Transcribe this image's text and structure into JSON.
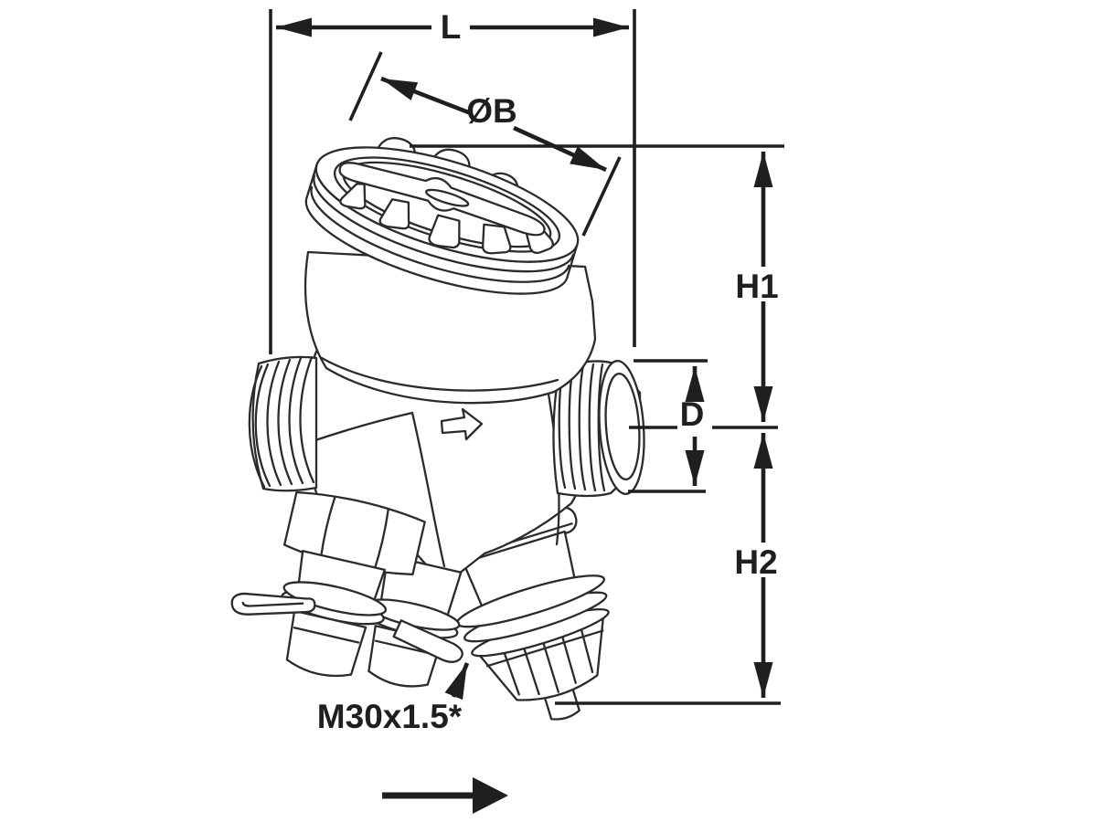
{
  "diagram": {
    "kind": "valve-dimension-drawing",
    "colors": {
      "line": "#1f1f1f",
      "artwork_line": "#2b2b2b",
      "background": "#ffffff"
    },
    "dimensions": {
      "length": "L",
      "cap_diameter": "ØB",
      "height_upper": "H1",
      "port_diameter": "D",
      "height_lower": "H2"
    },
    "callouts": {
      "actuator_thread": "M30x1.5*"
    },
    "icons": {
      "flow_direction": "right-arrow",
      "body_flow_marker": "right-arrow-outline"
    }
  }
}
